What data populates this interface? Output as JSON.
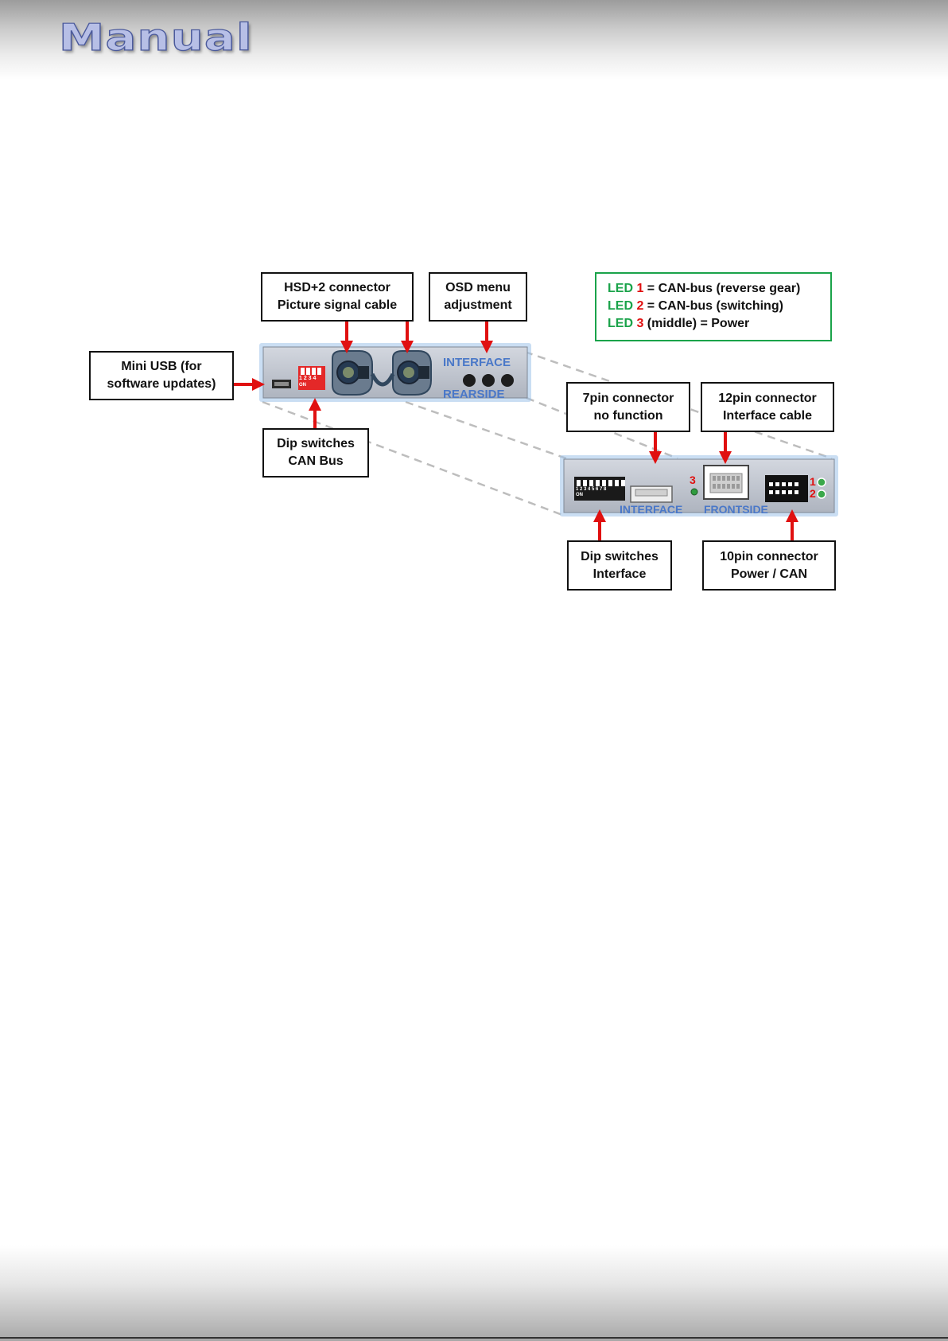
{
  "header": {
    "title": "Manual"
  },
  "callouts": {
    "hsd": {
      "line1": "HSD+2 connector",
      "line2": "Picture signal cable"
    },
    "osd": {
      "line1": "OSD menu",
      "line2": "adjustment"
    },
    "mini_usb": {
      "line1": "Mini USB (for",
      "line2": "software updates)"
    },
    "dip_can": {
      "line1": "Dip switches",
      "line2": "CAN Bus"
    },
    "pin7": {
      "line1": "7pin connector",
      "line2": "no function"
    },
    "pin12": {
      "line1": "12pin connector",
      "line2": "Interface cable"
    },
    "dip_interface": {
      "line1": "Dip switches",
      "line2": "Interface"
    },
    "pin10": {
      "line1": "10pin connector",
      "line2": "Power / CAN"
    }
  },
  "legend": {
    "led1": {
      "led": "LED",
      "num": "1",
      "desc": " = CAN-bus (reverse gear)"
    },
    "led2": {
      "led": "LED",
      "num": "2",
      "desc": " = CAN-bus (switching)"
    },
    "led3": {
      "led": "LED",
      "num": "3",
      "desc": " (middle) = Power"
    }
  },
  "rear_panel": {
    "label_line1": "INTERFACE",
    "label_line2": "REARSIDE",
    "dip_numbers": "1 2 3 4",
    "dip_on": "ON"
  },
  "front_panel": {
    "label_left": "INTERFACE",
    "label_right": "FRONTSIDE",
    "dip_numbers": "1 2 3 4 5 6 7 8",
    "dip_on": "ON",
    "led_3": "3",
    "led_1": "1",
    "led_2": "2"
  },
  "colors": {
    "arrow": "#e01010",
    "legend_led": "#1aa34a",
    "panel_label": "#4a78c8",
    "callout_border": "#111111"
  }
}
